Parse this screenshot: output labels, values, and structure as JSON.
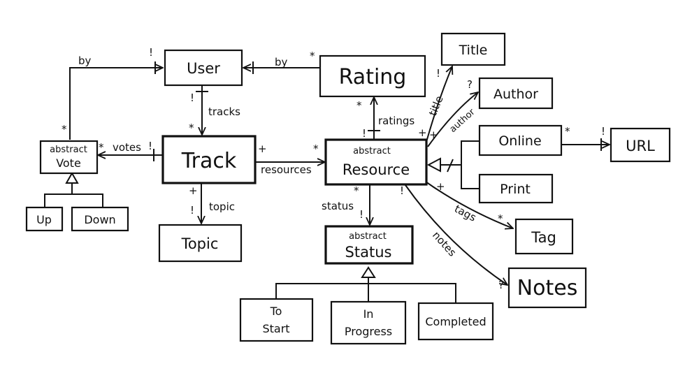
{
  "boxes": {
    "user": "User",
    "rating": "Rating",
    "title": "Title",
    "author": "Author",
    "track": "Track",
    "vote_abstract": "abstract",
    "vote": "Vote",
    "resource_abstract": "abstract",
    "resource": "Resource",
    "online": "Online",
    "url": "URL",
    "print": "Print",
    "up": "Up",
    "down": "Down",
    "topic": "Topic",
    "status_abstract": "abstract",
    "status": "Status",
    "tag": "Tag",
    "notes": "Notes",
    "to_start_1": "To",
    "to_start_2": "Start",
    "in_progress_1": "In",
    "in_progress_2": "Progress",
    "completed": "Completed"
  },
  "labels": {
    "vote_by": "by",
    "rating_by": "by",
    "tracks": "tracks",
    "ratings": "ratings",
    "title": "title",
    "author": "author",
    "votes": "votes",
    "resources": "resources",
    "topic": "topic",
    "status": "status",
    "tags": "tags",
    "notes": "notes"
  },
  "mult": {
    "bang": "!",
    "star": "*",
    "plus": "+",
    "question": "?"
  }
}
